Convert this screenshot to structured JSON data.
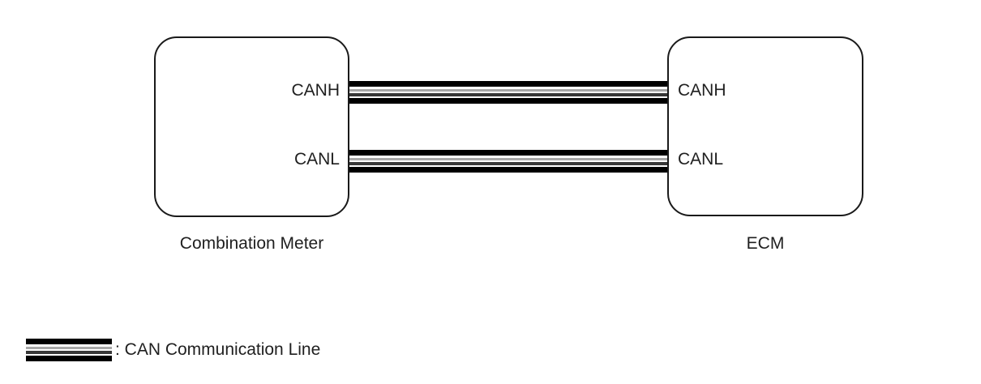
{
  "diagram": {
    "nodes": [
      {
        "id": "combination-meter",
        "caption": "Combination Meter",
        "pins": [
          "CANH",
          "CANL"
        ]
      },
      {
        "id": "ecm",
        "caption": "ECM",
        "pins": [
          "CANH",
          "CANL"
        ]
      }
    ],
    "connections": [
      {
        "from_node": "Combination Meter",
        "from_pin": "CANH",
        "to_node": "ECM",
        "to_pin": "CANH",
        "line_type": "CAN Communication Line"
      },
      {
        "from_node": "Combination Meter",
        "from_pin": "CANL",
        "to_node": "ECM",
        "to_pin": "CANL",
        "line_type": "CAN Communication Line"
      }
    ],
    "legend": {
      "label": ": CAN Communication Line"
    },
    "colors": {
      "background": "#ffffff",
      "box_border": "#1a1a1a",
      "line_black": "#000000",
      "line_gray": "#a8a8a8",
      "line_dark": "#383838",
      "text": "#1f1f1f"
    }
  }
}
